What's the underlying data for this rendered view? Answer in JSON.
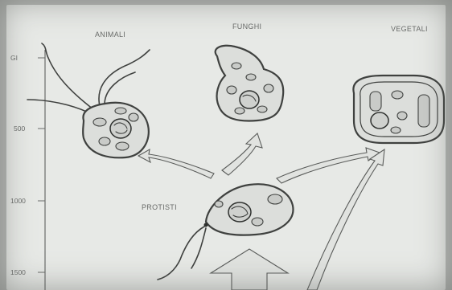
{
  "labels": {
    "animali": "ANIMALI",
    "funghi": "FUNGHI",
    "vegetali": "VEGETALI",
    "protisti": "PROTISTI"
  },
  "axis": {
    "unit_fragment": "GI",
    "ticks": [
      "500",
      "1000",
      "1500"
    ]
  }
}
